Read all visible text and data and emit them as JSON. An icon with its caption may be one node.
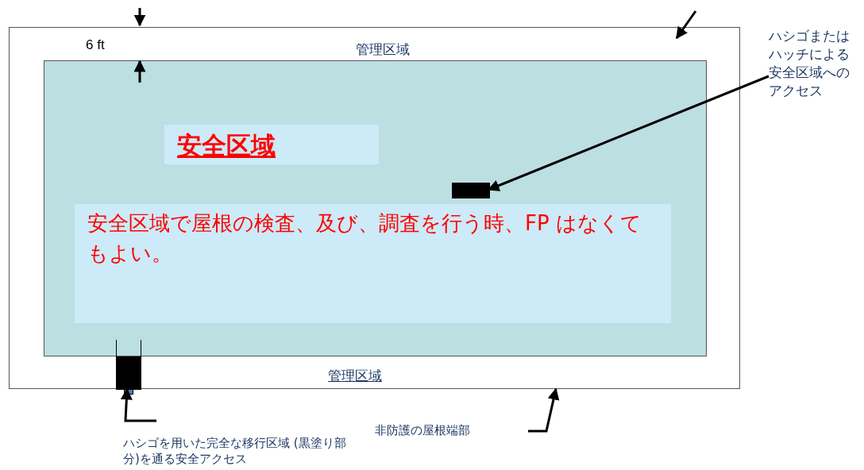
{
  "diagram": {
    "nodes": [
      {
        "text": [
          "管理区域",
          "管理区域"
        ]
      },
      {
        "text": [],
        "shape": "box",
        "in": 0
      },
      {
        "text": [
          "安全区域"
        ],
        "in": 1
      },
      {
        "text": [
          "安全区域で屋根の検査、及び、調査を行う時、FP はなくてもよい。"
        ],
        "in": 1
      },
      {
        "text": [],
        "shape": "box",
        "in": 1
      },
      {
        "text": [
          "ハシゴまたはハッチによる安全区域へのアクセス"
        ]
      },
      {
        "text": [],
        "shape": "box",
        "in": 0
      },
      {
        "text": [
          "ハシゴを用いた完全な移行区域 (黒塗り部分)を通る安全アクセス"
        ]
      },
      {
        "text": [
          "非防護の屋根端部"
        ]
      }
    ],
    "edges": [
      {
        "from": 5,
        "to": 4,
        "arrow": "to"
      },
      {
        "from": 7,
        "to": 6,
        "arrow": "to"
      },
      {
        "from": 8,
        "to": 0,
        "arrow": "to"
      },
      {
        "from": null,
        "to": 0,
        "arrow": "to"
      }
    ],
    "labels": [
      "6 ft"
    ]
  }
}
